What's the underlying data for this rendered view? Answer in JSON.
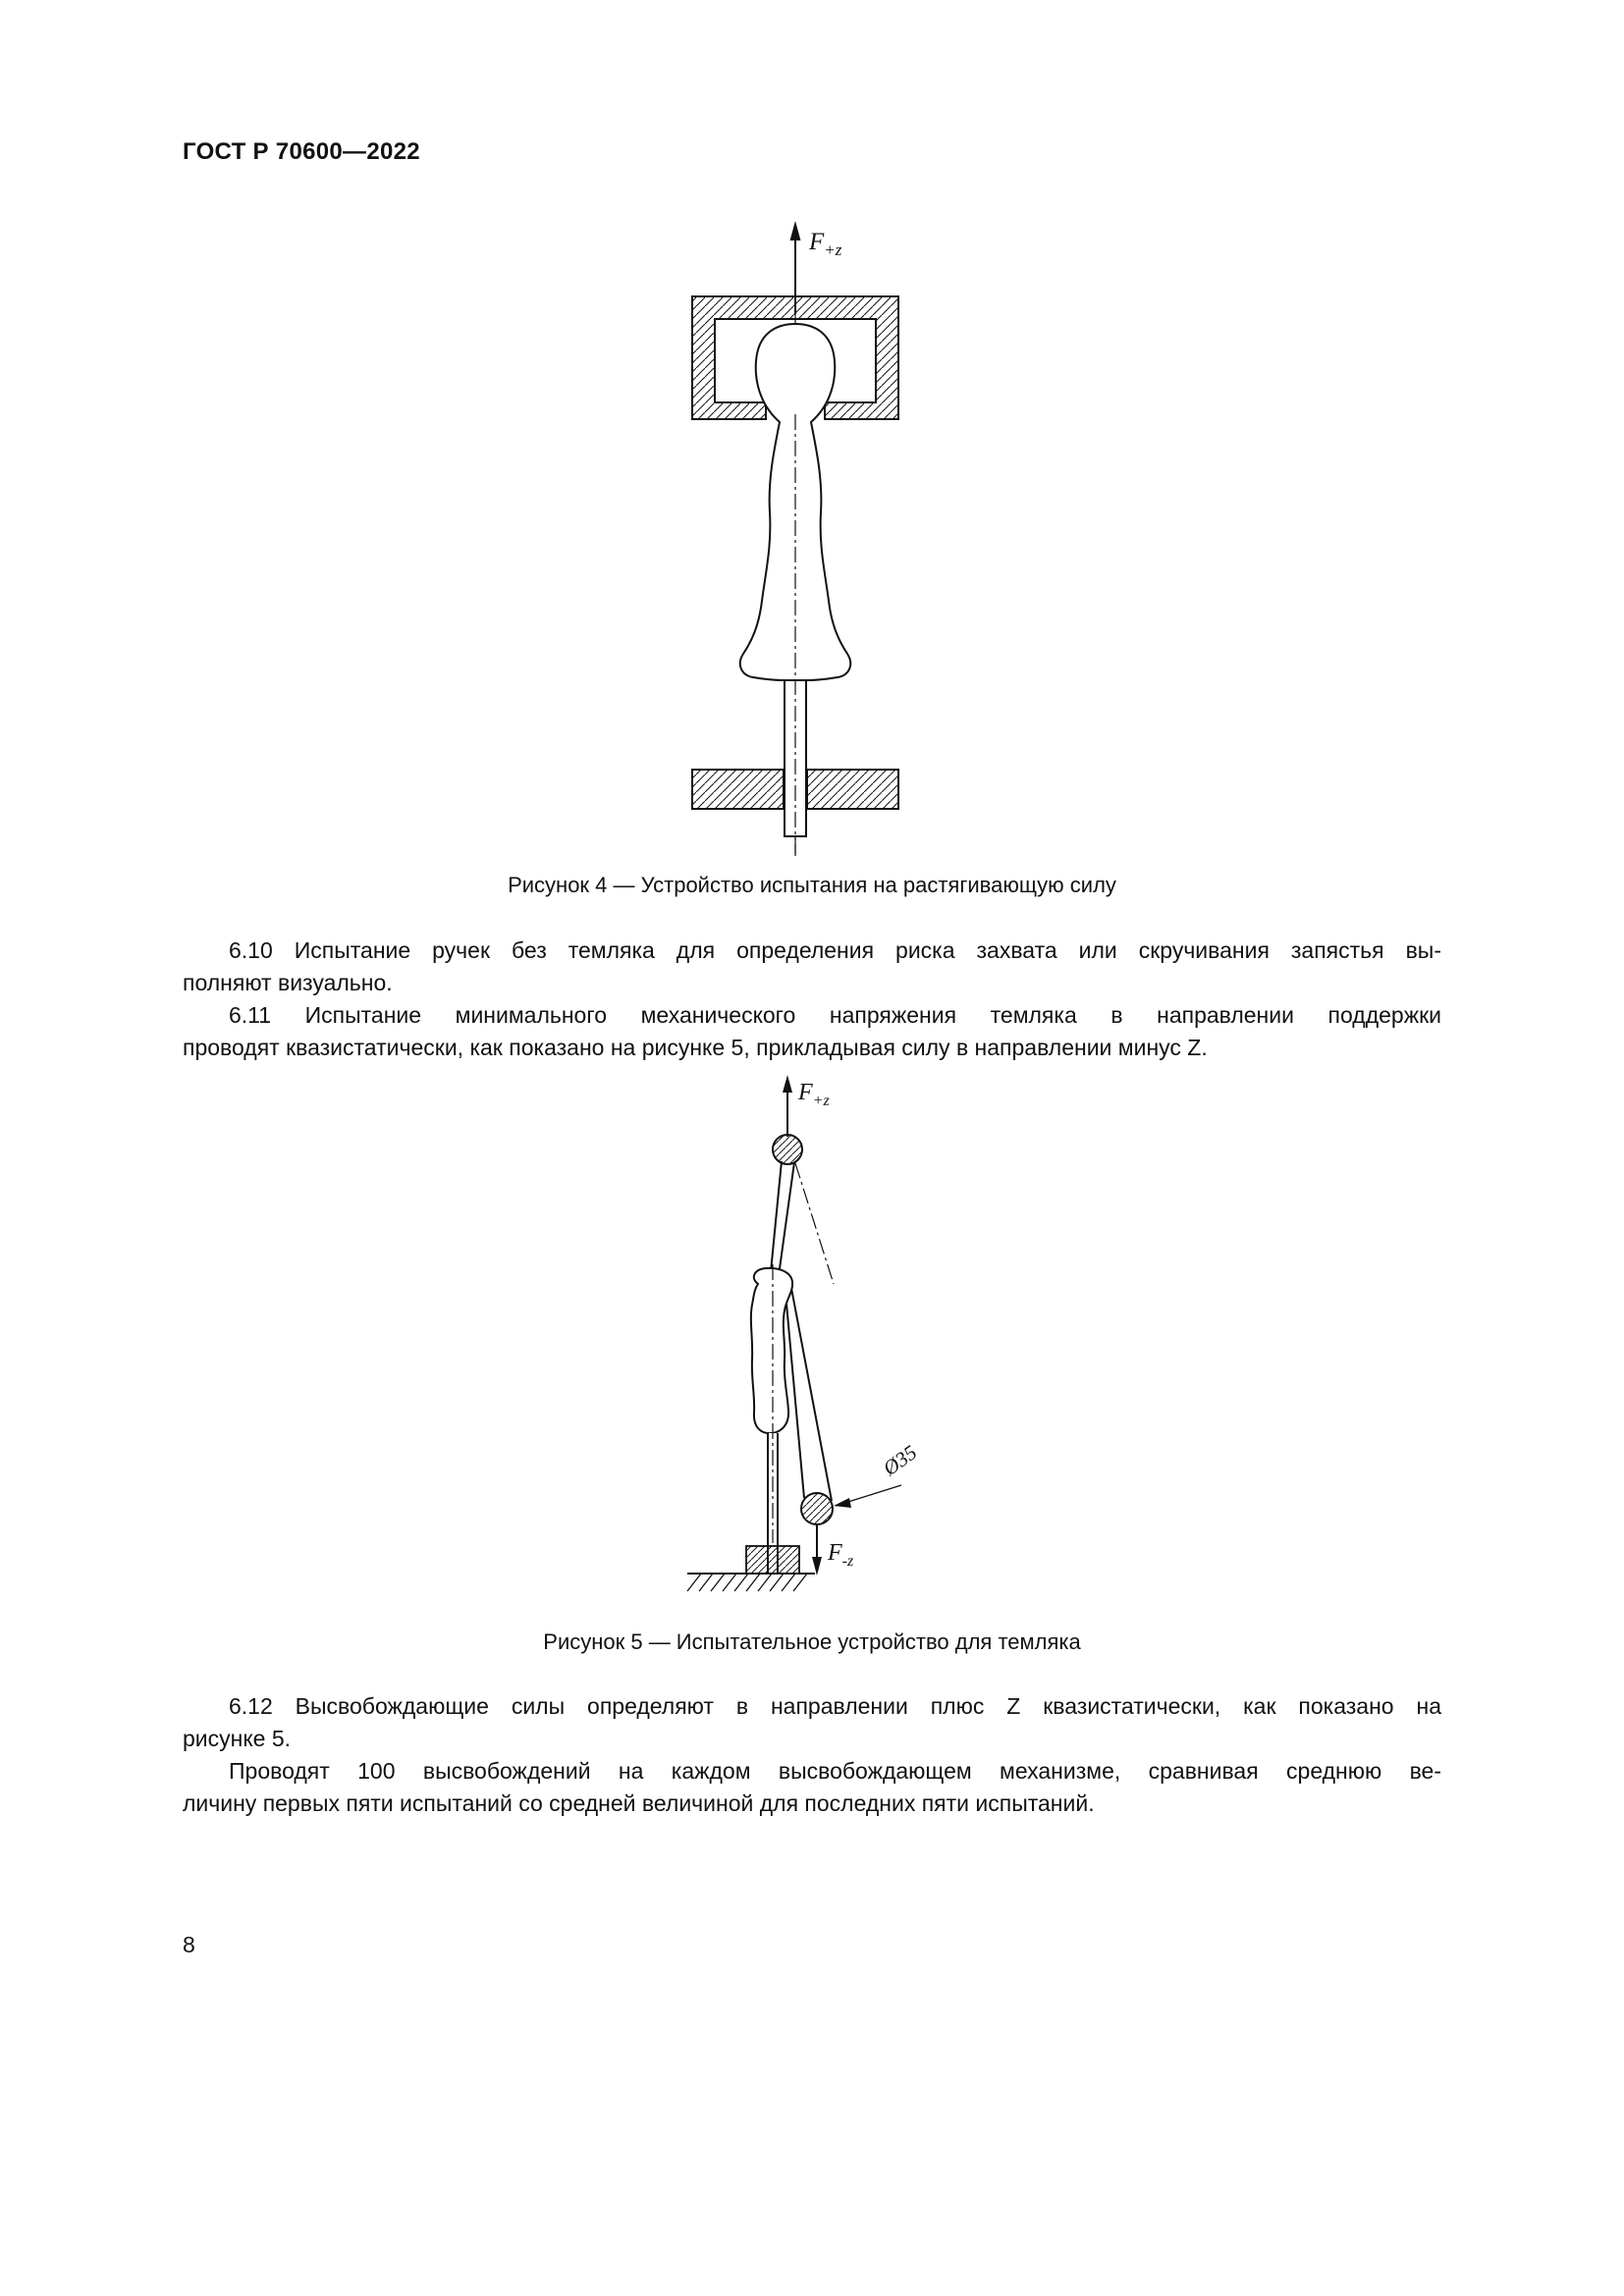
{
  "header": {
    "title": "ГОСТ Р 70600—2022"
  },
  "figure4": {
    "caption": "Рисунок 4 — Устройство испытания на растягивающую силу",
    "labels": {
      "force_symbol": "F",
      "force_sub": "+z"
    }
  },
  "figure5": {
    "caption": "Рисунок 5 — Испытательное устройство для темляка",
    "labels": {
      "force_top_symbol": "F",
      "force_top_sub": "+z",
      "force_bottom_symbol": "F",
      "force_bottom_sub": "-z",
      "diameter": "Ø35"
    }
  },
  "body": {
    "p1": {
      "lines": [
        "6.10 Испытание ручек без темляка для определения риска захвата или скручивания запястья вы-",
        "полняют визуально."
      ]
    },
    "p2": {
      "lines": [
        "6.11 Испытание минимального механического напряжения темляка в направлении поддержки",
        "проводят квазистатически, как показано на рисунке 5, прикладывая силу в направлении минус Z."
      ]
    },
    "p3": {
      "lines": [
        "6.12 Высвобождающие силы определяют в направлении плюс Z квазистатически, как показано на",
        "рисунке 5."
      ]
    },
    "p4": {
      "lines": [
        "Проводят 100 высвобождений на каждом высвобождающем механизме, сравнивая среднюю ве-",
        "личину первых пяти испытаний со средней величиной для последних пяти испытаний."
      ]
    }
  },
  "footer": {
    "page_number": "8"
  }
}
